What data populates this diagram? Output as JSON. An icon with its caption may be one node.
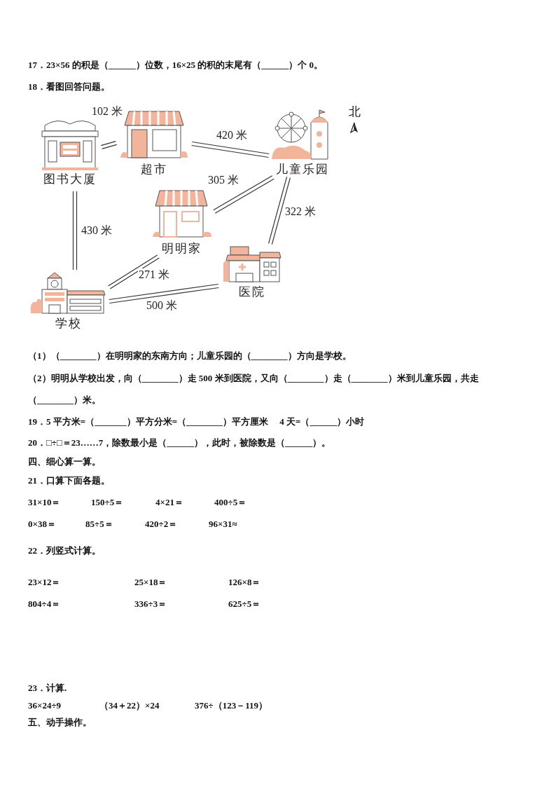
{
  "diagram": {
    "nodes": [
      {
        "text": [
          "图书大厦"
        ]
      },
      {
        "text": [
          "超市"
        ]
      },
      {
        "text": [
          "儿童乐园"
        ]
      },
      {
        "text": [
          "明明家"
        ]
      },
      {
        "text": [
          "医院"
        ]
      },
      {
        "text": [
          "学校"
        ]
      }
    ],
    "edges": [
      {
        "from": 0,
        "to": 1,
        "arrow": "none",
        "label": "102 米"
      },
      {
        "from": 1,
        "to": 2,
        "arrow": "none",
        "label": "420 米"
      },
      {
        "from": 3,
        "to": 2,
        "arrow": "none",
        "label": "305 米"
      },
      {
        "from": 2,
        "to": 4,
        "arrow": "none",
        "label": "322 米"
      },
      {
        "from": 0,
        "to": 5,
        "arrow": "none",
        "label": "430 米"
      },
      {
        "from": 5,
        "to": 3,
        "arrow": "none",
        "label": "271 米"
      },
      {
        "from": 5,
        "to": 4,
        "arrow": "none",
        "label": "500 米"
      }
    ],
    "labels": [
      "17．23×56 的积是（______）位数，16×25 的积的末尾有（______）个 0。",
      "18．看图回答问题。",
      "北",
      "（1）（________）在明明家的东南方向；儿童乐园的（________）方向是学校。",
      "（2）明明从学校出发，向（________）走 500 米到医院，又向（________）走（________）米到儿童乐园，共走（________）米。",
      "19．5 平方米=（_______）平方分米=（________）平方厘米　 4 天=（______）小时",
      "20．□÷□＝23……7，除数最小是（______），此时，被除数是（______）。",
      "四、细心算一算。",
      "21．口算下面各题。",
      "31×10＝",
      "150÷5＝",
      "4×21＝",
      "400÷5＝",
      "0×38＝",
      "85÷5＝",
      "420÷2＝",
      "96×31≈",
      "22．列竖式计算。",
      "23×12＝",
      "25×18＝",
      "126×8＝",
      "804÷4＝",
      "336÷3＝",
      "625÷5＝",
      "23．计算.",
      "36×24÷9",
      "（34＋22）×24",
      "376÷（123－119）",
      "五、动手操作。"
    ]
  }
}
